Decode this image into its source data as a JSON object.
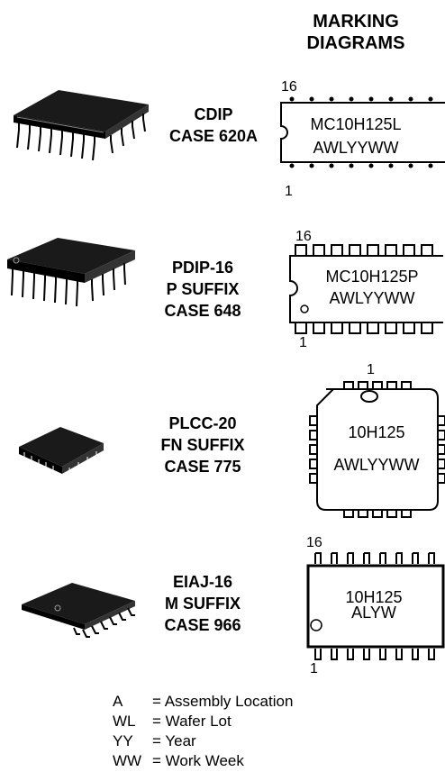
{
  "header": {
    "title": "MARKING\nDIAGRAMS"
  },
  "packages": [
    {
      "label": "CDIP\nCASE 620A",
      "marking": [
        "MC10H125L",
        "AWLYYWW"
      ],
      "pin_top": "16",
      "pin_bottom": "1"
    },
    {
      "label": "PDIP-16\nP SUFFIX\nCASE 648",
      "marking": [
        "MC10H125P",
        "AWLYYWW"
      ],
      "pin_top": "16",
      "pin_bottom": "1"
    },
    {
      "label": "PLCC-20\nFN SUFFIX\nCASE 775",
      "marking": [
        "10H125",
        "AWLYYWW"
      ],
      "pin_top": "1"
    },
    {
      "label": "EIAJ-16\nM SUFFIX\nCASE 966",
      "marking": [
        "10H125",
        "ALYW"
      ],
      "pin_top": "16",
      "pin_bottom": "1"
    }
  ],
  "legend": [
    {
      "key": "A",
      "value": "= Assembly Location"
    },
    {
      "key": "WL",
      "value": "= Wafer Lot"
    },
    {
      "key": "YY",
      "value": "= Year"
    },
    {
      "key": "WW",
      "value": "= Work Week"
    }
  ]
}
